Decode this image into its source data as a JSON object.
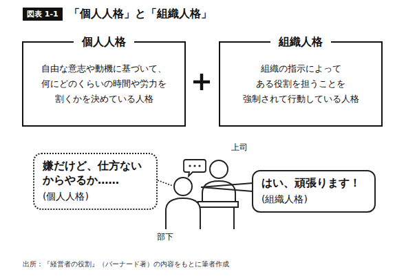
{
  "diagram": {
    "title": "「個人人格」と「組織人格」",
    "caption": "出所：『経営者の役割』（バーナード著）の内容をもとに筆者作成",
    "nodes": [
      {
        "text": [
          "個人人格",
          "自由な意志や動機に基づいて、 何にどのくらいの時間や労力を 割くかを決めている人格"
        ]
      },
      {
        "text": [
          "組織人格",
          "組織の指示によって ある役割を担うことを 強制されて行動している人格"
        ]
      },
      {
        "text": [
          "嫌だけど、仕方ない からやるか……",
          "(個人人格)"
        ]
      },
      {
        "text": [
          "はい、頑張ります！",
          "(組織人格)"
        ]
      }
    ],
    "labels": [
      "図表 1-1",
      "上司",
      "部下"
    ]
  }
}
